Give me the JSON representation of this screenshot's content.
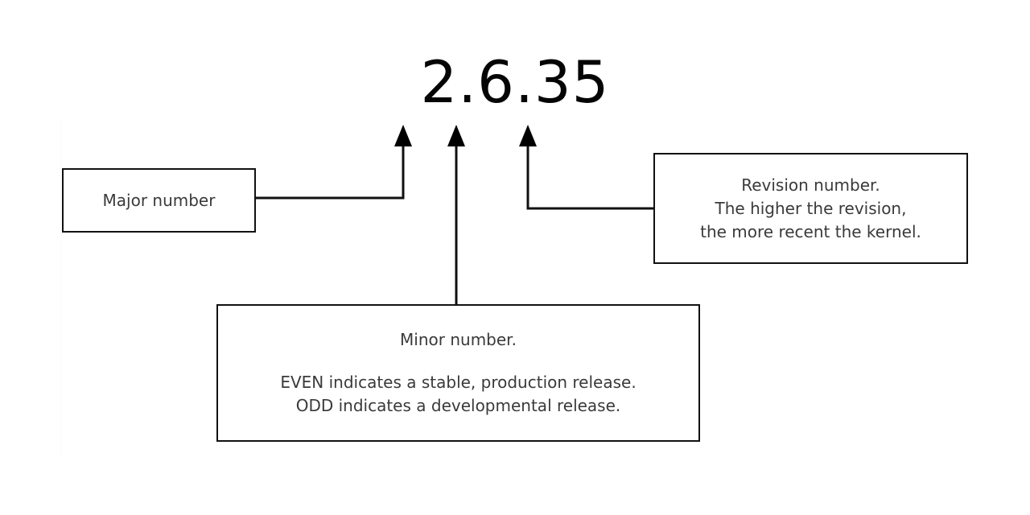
{
  "diagram": {
    "title_version": "2.6.35",
    "version_parts": {
      "major": "2",
      "minor": "6",
      "revision": "35"
    },
    "callouts": [
      {
        "id": "major",
        "name": "major-number-callout",
        "lines": [
          "Major number"
        ]
      },
      {
        "id": "minor",
        "name": "minor-number-callout",
        "lines": [
          "Minor number.",
          "",
          "EVEN indicates a stable, production release.",
          "ODD indicates a developmental release."
        ],
        "line_1": "Minor number.",
        "line_2": "EVEN indicates a stable, production release.",
        "line_3": "ODD indicates a developmental release."
      },
      {
        "id": "revision",
        "name": "revision-number-callout",
        "lines": [
          "Revision number.",
          "The higher the revision,",
          "the more recent the kernel."
        ],
        "line_1": "Revision number.",
        "line_2": "The higher the revision,",
        "line_3": "the more recent the kernel."
      }
    ],
    "connectors": [
      {
        "id": "major-connector",
        "from": "major-box",
        "to": "major-digit",
        "style": "elbow-arrow"
      },
      {
        "id": "minor-connector",
        "from": "minor-box",
        "to": "minor-digit",
        "style": "straight-arrow"
      },
      {
        "id": "revision-connector",
        "from": "revision-box",
        "to": "revision-digit",
        "style": "elbow-arrow"
      }
    ],
    "colors": {
      "background": "#ffffff",
      "stroke": "#111111",
      "version_text": "#050505",
      "callout_text": "#3a3a3a"
    }
  }
}
